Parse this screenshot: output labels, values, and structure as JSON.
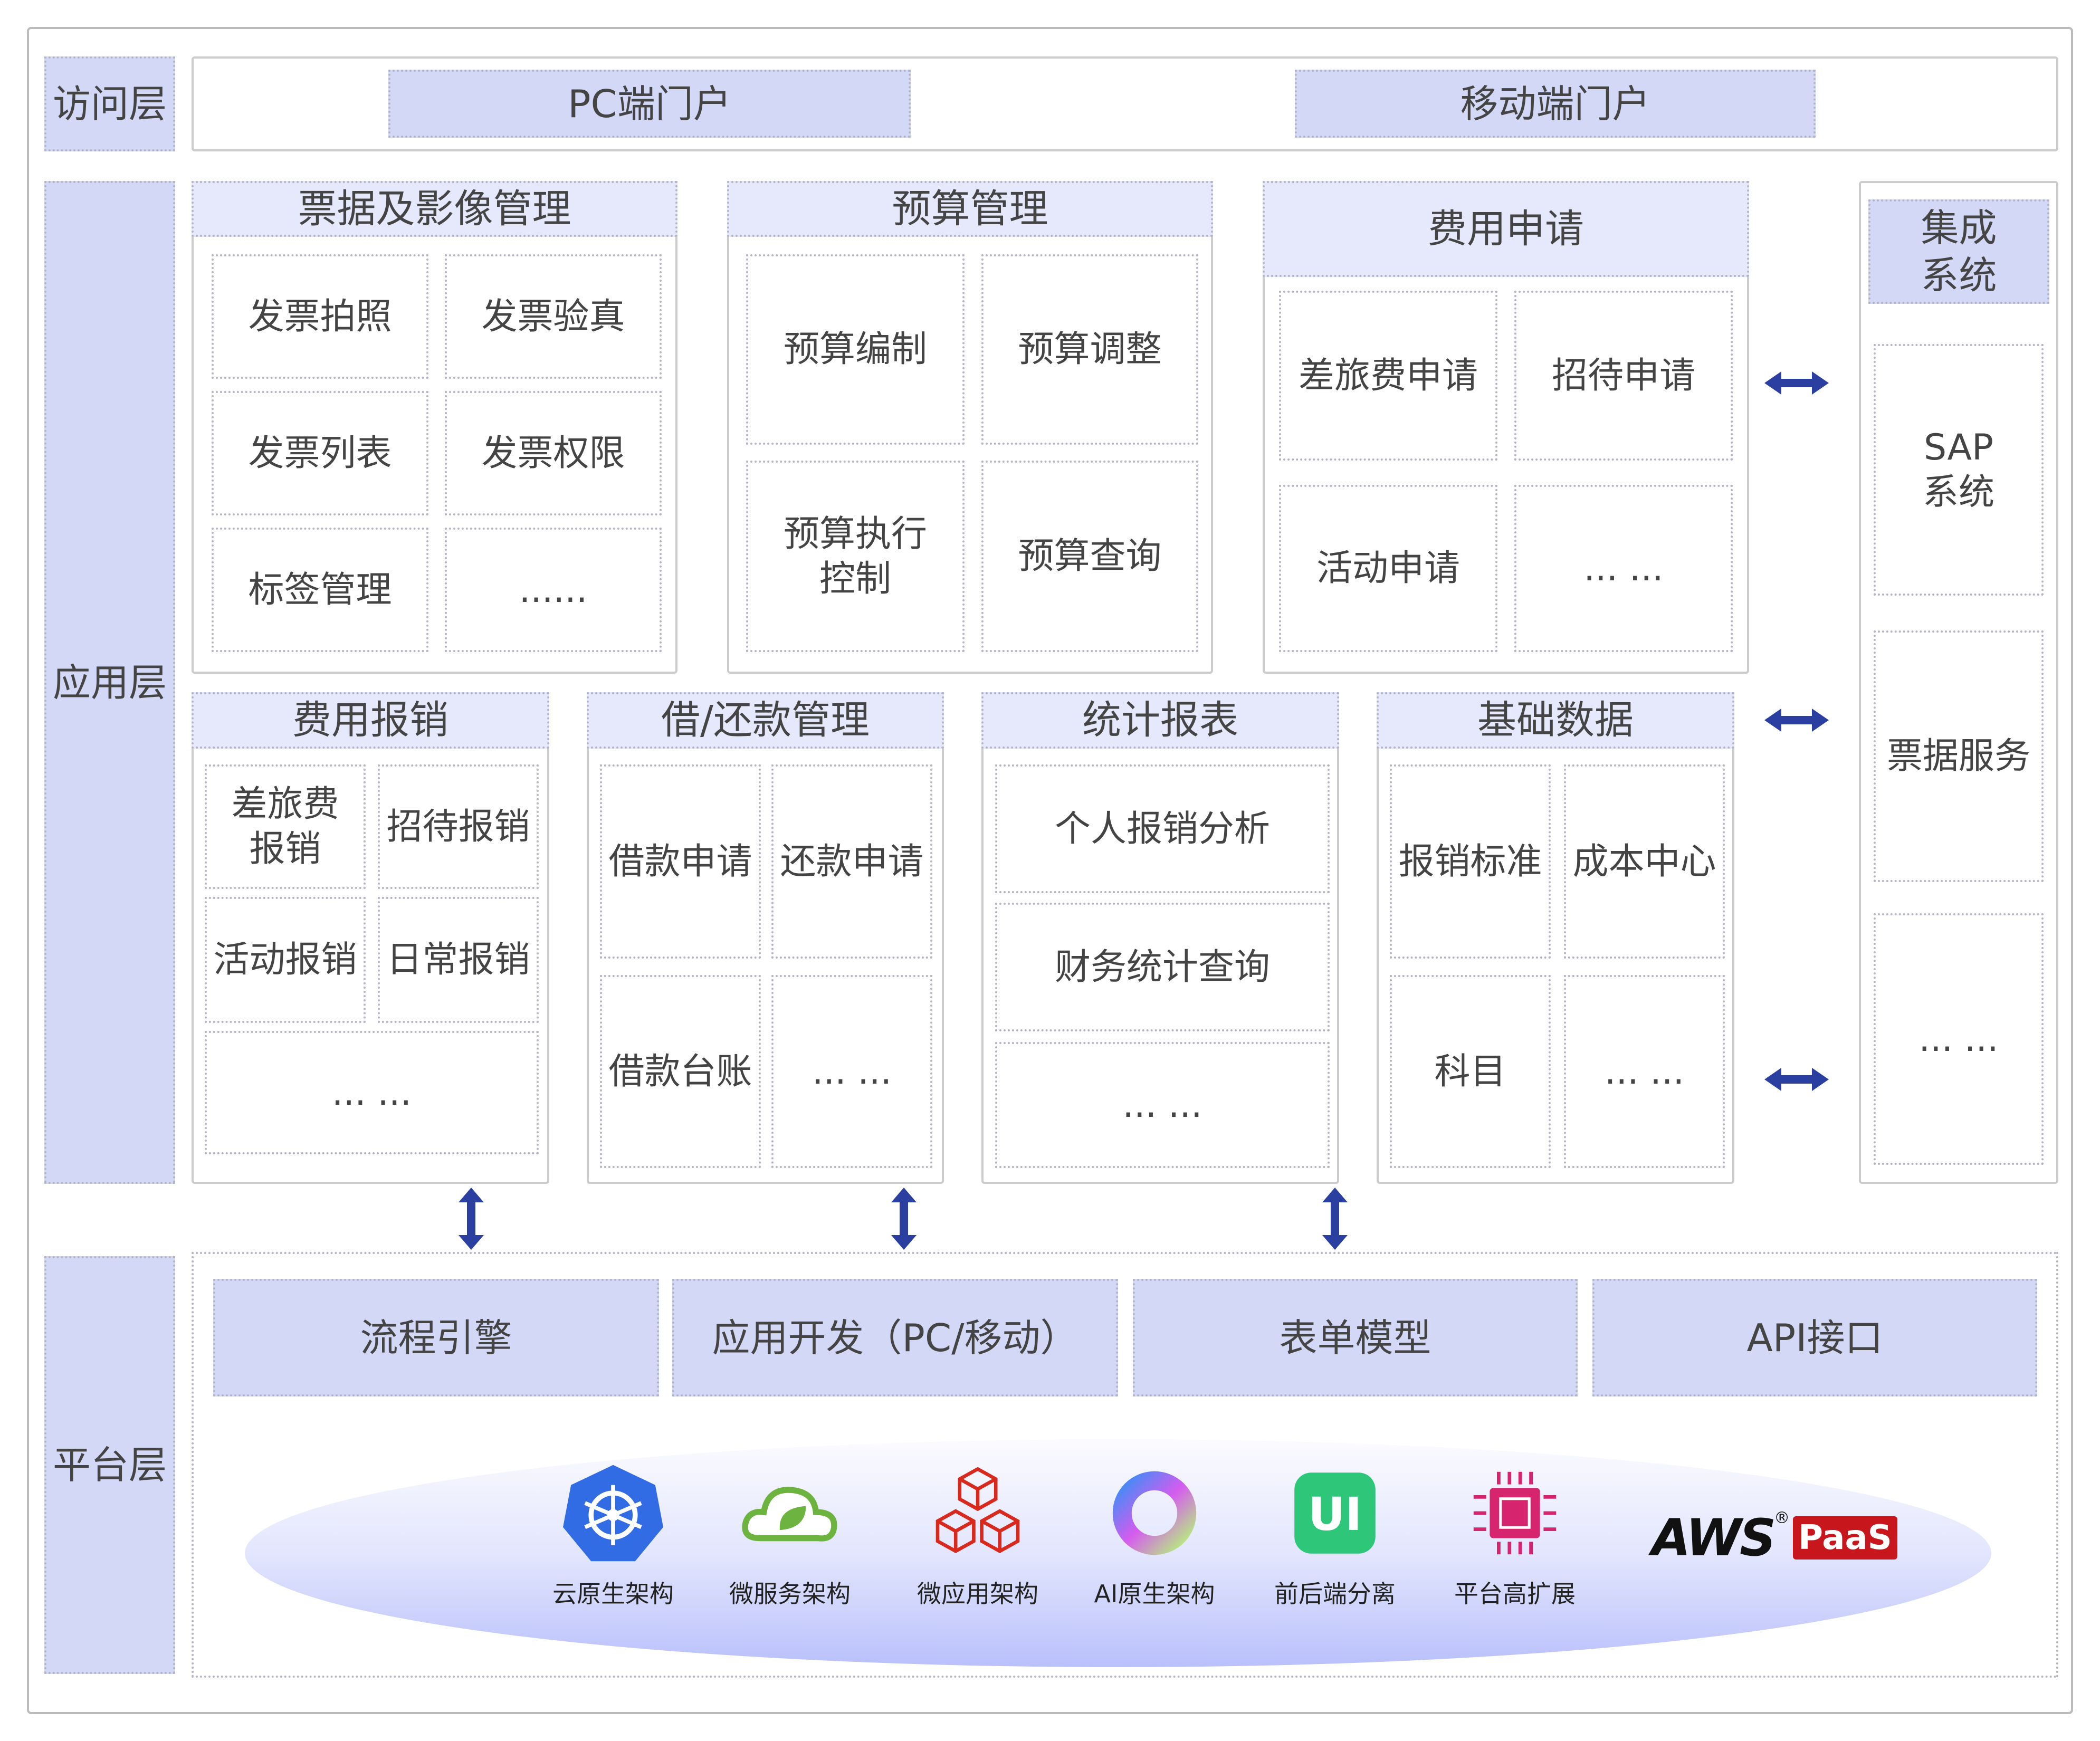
{
  "layers": {
    "access": "访问层",
    "application": "应用层",
    "platform": "平台层"
  },
  "access": {
    "pc": "PC端门户",
    "mobile": "移动端门户"
  },
  "panels": {
    "invoice": {
      "title": "票据及影像管理",
      "cells": [
        "发票拍照",
        "发票验真",
        "发票列表",
        "发票权限",
        "标签管理",
        "......"
      ]
    },
    "budget": {
      "title": "预算管理",
      "cells": [
        "预算编制",
        "预算调整",
        "预算执行\n控制",
        "预算查询"
      ]
    },
    "expense_apply": {
      "title": "费用申请",
      "cells": [
        "差旅费申请",
        "招待申请",
        "活动申请",
        "... ..."
      ]
    },
    "reimburse": {
      "title": "费用报销",
      "cells": [
        "差旅费\n报销",
        "招待报销",
        "活动报销",
        "日常报销",
        "... ..."
      ]
    },
    "loan": {
      "title": "借/还款管理",
      "cells": [
        "借款申请",
        "还款申请",
        "借款台账",
        "... ..."
      ]
    },
    "report": {
      "title": "统计报表",
      "cells": [
        "个人报销分析",
        "财务统计查询",
        "... ..."
      ]
    },
    "basic": {
      "title": "基础数据",
      "cells": [
        "报销标准",
        "成本中心",
        "科目",
        "... ..."
      ]
    },
    "integration": {
      "title": "集成\n系统",
      "cells": [
        "SAP\n系统",
        "票据服务",
        "... ..."
      ]
    }
  },
  "platform": {
    "blocks": [
      "流程引擎",
      "应用开发（PC/移动）",
      "表单模型",
      "API接口"
    ],
    "tech": [
      "云原生架构",
      "微服务架构",
      "微应用架构",
      "AI原生架构",
      "前后端分离",
      "平台高扩展"
    ],
    "aws_logo": {
      "text": "AWS",
      "badge": "PaaS",
      "mark": "®"
    }
  },
  "colors": {
    "arrow": "#2b3fa0",
    "fill": "#d4d8f7",
    "header": "#e6e8fc"
  }
}
